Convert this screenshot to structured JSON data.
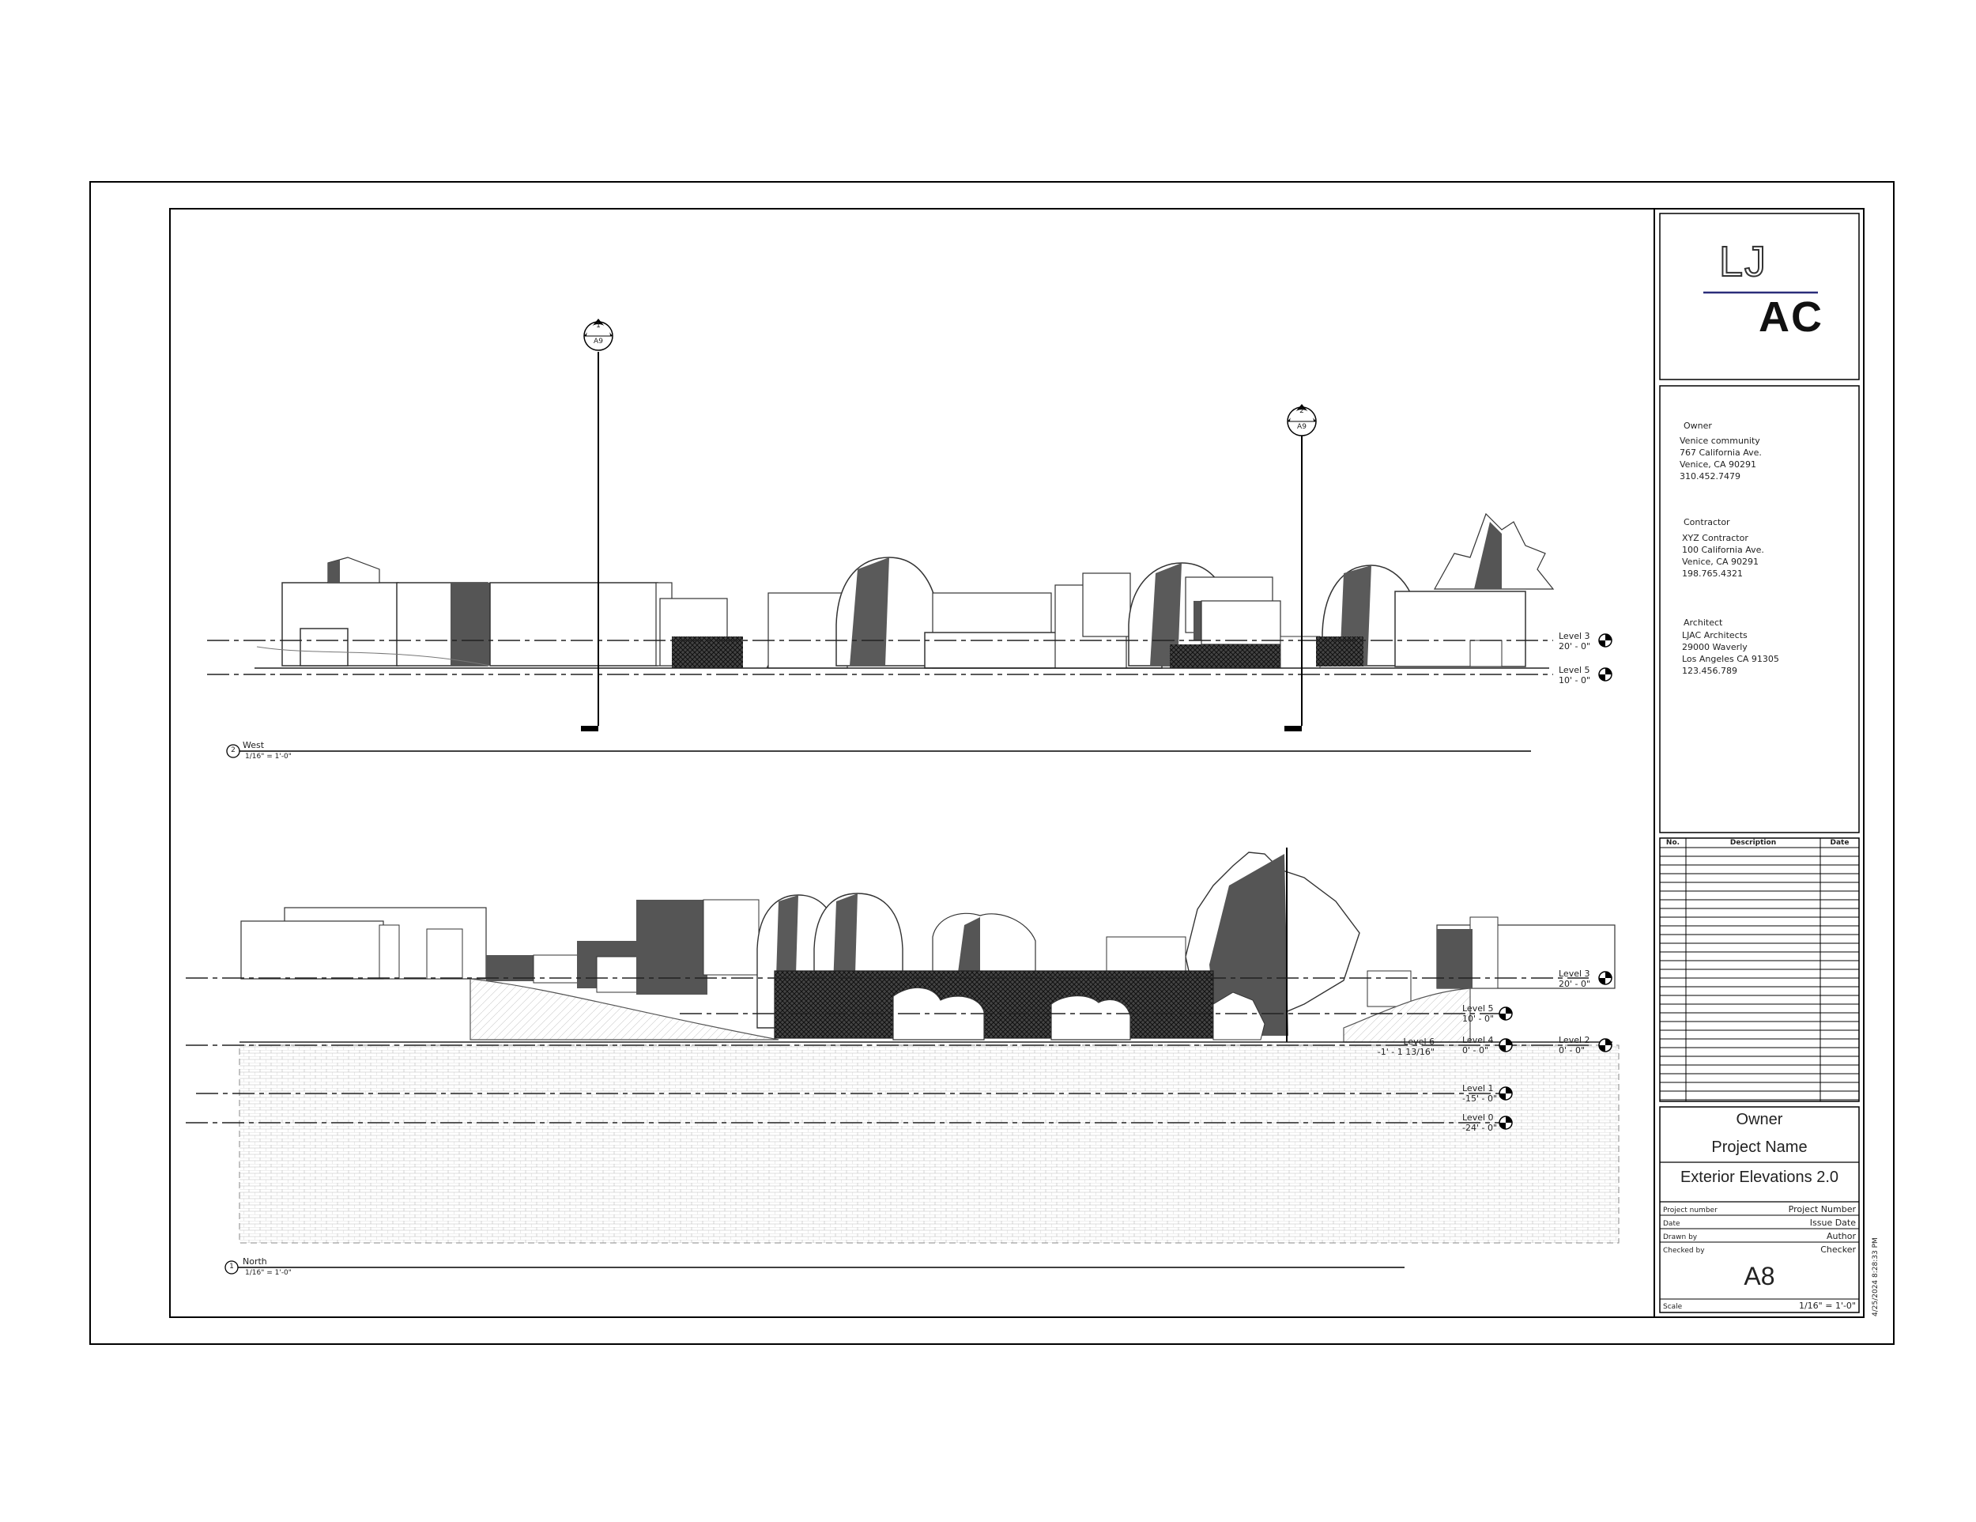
{
  "logo": {
    "top": "LJ",
    "bottom": "AC"
  },
  "owner": {
    "heading": "Owner",
    "lines": [
      "Venice community",
      "767 California Ave.",
      "Venice, CA 90291",
      "310.452.7479"
    ]
  },
  "contractor": {
    "heading": "Contractor",
    "lines": [
      "XYZ Contractor",
      "100 California Ave.",
      "Venice, CA 90291",
      "198.765.4321"
    ]
  },
  "architect": {
    "heading": "Architect",
    "lines": [
      "LJAC Architects",
      "29000 Waverly",
      "Los Angeles CA 91305",
      "123.456.789"
    ]
  },
  "revisions": {
    "col_no": "No.",
    "col_desc": "Description",
    "col_date": "Date"
  },
  "title_block": {
    "owner": "Owner",
    "project_name": "Project Name",
    "sheet_title": "Exterior Elevations 2.0",
    "project_number_label": "Project number",
    "project_number_value": "Project Number",
    "date_label": "Date",
    "date_value": "Issue Date",
    "drawn_by_label": "Drawn by",
    "drawn_by_value": "Author",
    "checked_by_label": "Checked by",
    "checked_by_value": "Checker",
    "sheet_number": "A8",
    "scale_label": "Scale",
    "scale_value": "1/16\" = 1'-0\"",
    "timestamp": "4/25/2024 8:28:33 PM"
  },
  "west_view": {
    "num": "2",
    "title": "West",
    "scale": "1/16\" = 1'-0\"",
    "section_marks": [
      {
        "num": "1",
        "sheet": "A9"
      },
      {
        "num": "2",
        "sheet": "A9"
      }
    ],
    "levels": [
      {
        "name": "Level 3",
        "elev": "20' - 0\""
      },
      {
        "name": "Level 5",
        "elev": "10' - 0\""
      }
    ]
  },
  "north_view": {
    "num": "1",
    "title": "North",
    "scale": "1/16\" = 1'-0\"",
    "levels_right": [
      {
        "name": "Level 3",
        "elev": "20' - 0\""
      },
      {
        "name": "Level 2",
        "elev": "0' - 0\""
      }
    ],
    "levels_mid": [
      {
        "name": "Level 5",
        "elev": "10' - 0\""
      },
      {
        "name": "Level 4",
        "elev": "0' - 0\""
      },
      {
        "name": "Level 1",
        "elev": "-15' - 0\""
      },
      {
        "name": "Level 0",
        "elev": "-24' - 0\""
      }
    ],
    "level_left": {
      "name": "Level 6",
      "elev": "-1' - 1 13/16\""
    }
  }
}
